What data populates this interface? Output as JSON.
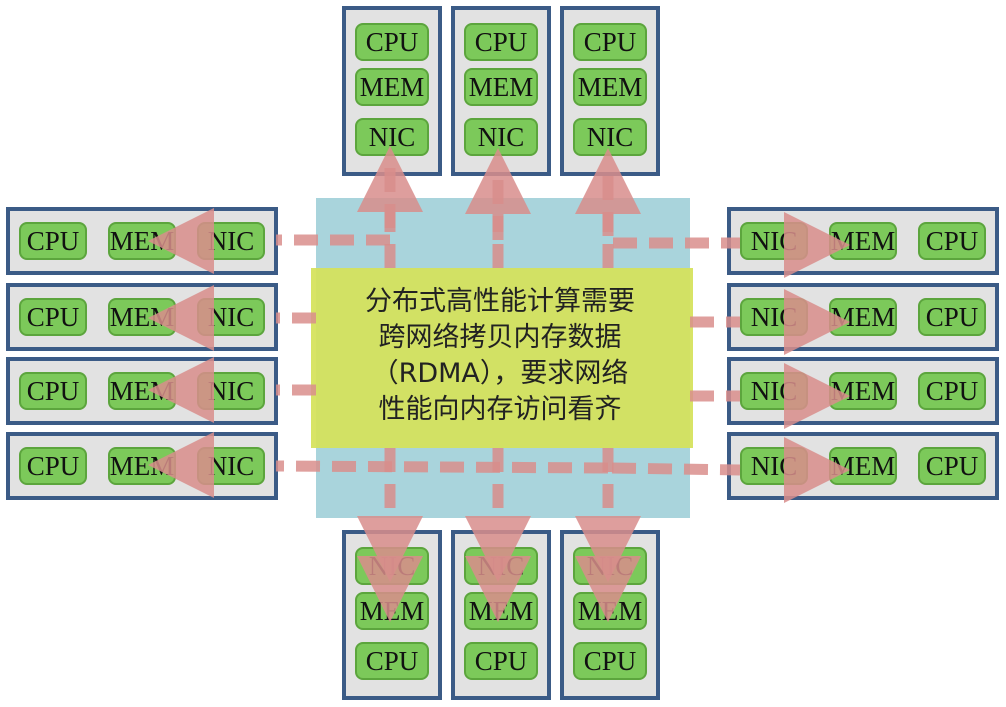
{
  "labels": {
    "cpu": "CPU",
    "mem": "MEM",
    "nic": "NIC"
  },
  "center_text_lines": [
    "分布式高性能计算需要",
    "跨网络拷贝内存数据",
    "（RDMA），要求网络",
    "性能向内存访问看齐"
  ],
  "colors": {
    "node_border": "#3b5b86",
    "node_fill": "#e2e2e2",
    "chip_fill": "#7cc95a",
    "chip_stroke": "#5ca53d",
    "network_area": "#a9d4dc",
    "center_box": "#d5e25a",
    "arrow": "#d98e8c"
  },
  "nodes": {
    "top": [
      {
        "id": "top-1",
        "chips": [
          "cpu",
          "mem",
          "nic"
        ]
      },
      {
        "id": "top-2",
        "chips": [
          "cpu",
          "mem",
          "nic"
        ]
      },
      {
        "id": "top-3",
        "chips": [
          "cpu",
          "mem",
          "nic"
        ]
      }
    ],
    "bottom": [
      {
        "id": "bottom-1",
        "chips": [
          "nic",
          "mem",
          "cpu"
        ]
      },
      {
        "id": "bottom-2",
        "chips": [
          "nic",
          "mem",
          "cpu"
        ]
      },
      {
        "id": "bottom-3",
        "chips": [
          "nic",
          "mem",
          "cpu"
        ]
      }
    ],
    "left": [
      {
        "id": "left-1",
        "chips": [
          "cpu",
          "mem",
          "nic"
        ]
      },
      {
        "id": "left-2",
        "chips": [
          "cpu",
          "mem",
          "nic"
        ]
      },
      {
        "id": "left-3",
        "chips": [
          "cpu",
          "mem",
          "nic"
        ]
      },
      {
        "id": "left-4",
        "chips": [
          "cpu",
          "mem",
          "nic"
        ]
      }
    ],
    "right": [
      {
        "id": "right-1",
        "chips": [
          "nic",
          "mem",
          "cpu"
        ]
      },
      {
        "id": "right-2",
        "chips": [
          "nic",
          "mem",
          "cpu"
        ]
      },
      {
        "id": "right-3",
        "chips": [
          "nic",
          "mem",
          "cpu"
        ]
      },
      {
        "id": "right-4",
        "chips": [
          "nic",
          "mem",
          "cpu"
        ]
      }
    ]
  }
}
